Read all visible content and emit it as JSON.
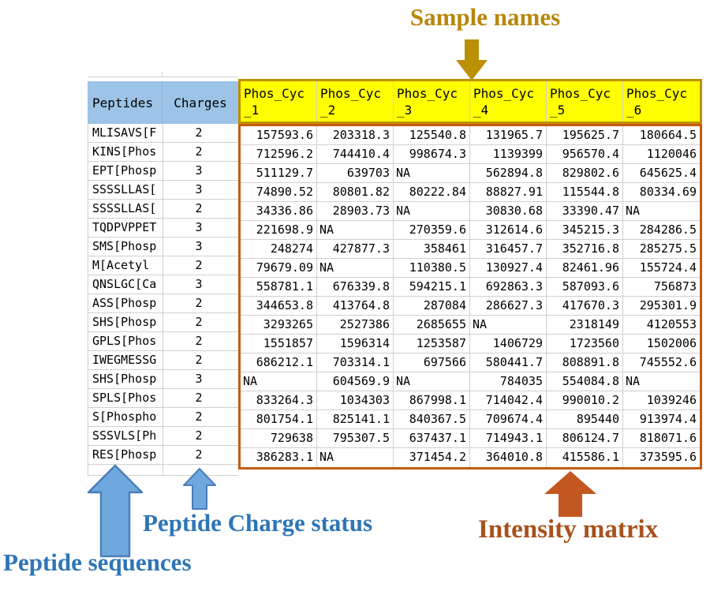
{
  "annotations": {
    "sample_names": "Sample names",
    "peptide_sequences": "Peptide sequences",
    "peptide_charge_status": "Peptide Charge status",
    "intensity_matrix": "Intensity matrix"
  },
  "colors": {
    "left_header_fill": "#9DC3E6",
    "sample_header_fill": "#FFFF00",
    "sample_header_border": "#BF9000",
    "intensity_border": "#C55A11",
    "gold_text": "#B8860B",
    "blue_text": "#2E75B6",
    "blue_arrow_fill": "#6FA8DC",
    "blue_arrow_stroke": "#4A7EBB",
    "orange_text": "#A9511C",
    "orange_arrow": "#C2571F"
  },
  "table": {
    "peptides_header": "Peptides",
    "charges_header": "Charges",
    "na_text": "NA",
    "sample_columns": [
      {
        "name": "Phos_Cyc_1",
        "line1": "Phos_Cyc",
        "line2": "_1"
      },
      {
        "name": "Phos_Cyc_2",
        "line1": "Phos_Cyc",
        "line2": "_2"
      },
      {
        "name": "Phos_Cyc_3",
        "line1": "Phos_Cyc",
        "line2": "_3"
      },
      {
        "name": "Phos_Cyc_4",
        "line1": "Phos_Cyc",
        "line2": "_4"
      },
      {
        "name": "Phos_Cyc_5",
        "line1": "Phos_Cyc",
        "line2": "_5"
      },
      {
        "name": "Phos_Cyc_6",
        "line1": "Phos_Cyc",
        "line2": "_6"
      }
    ],
    "rows": [
      {
        "peptide": "MLISAVS[F",
        "charge": "2",
        "values": [
          "157593.6",
          "203318.3",
          "125540.8",
          "131965.7",
          "195625.7",
          "180664.5"
        ]
      },
      {
        "peptide": "KINS[Phos",
        "charge": "2",
        "values": [
          "712596.2",
          "744410.4",
          "998674.3",
          "1139399",
          "956570.4",
          "1120046"
        ]
      },
      {
        "peptide": "EPT[Phosp",
        "charge": "3",
        "values": [
          "511129.7",
          "639703",
          "NA",
          "562894.8",
          "829802.6",
          "645625.4"
        ]
      },
      {
        "peptide": "SSSSLLAS[",
        "charge": "3",
        "values": [
          "74890.52",
          "80801.82",
          "80222.84",
          "88827.91",
          "115544.8",
          "80334.69"
        ]
      },
      {
        "peptide": "SSSSLLAS[",
        "charge": "2",
        "values": [
          "34336.86",
          "28903.73",
          "NA",
          "30830.68",
          "33390.47",
          "NA"
        ]
      },
      {
        "peptide": "TQDPVPPET",
        "charge": "3",
        "values": [
          "221698.9",
          "NA",
          "270359.6",
          "312614.6",
          "345215.3",
          "284286.5"
        ]
      },
      {
        "peptide": "SMS[Phosp",
        "charge": "3",
        "values": [
          "248274",
          "427877.3",
          "358461",
          "316457.7",
          "352716.8",
          "285275.5"
        ]
      },
      {
        "peptide": "M[Acetyl",
        "charge": "2",
        "values": [
          "79679.09",
          "NA",
          "110380.5",
          "130927.4",
          "82461.96",
          "155724.4"
        ]
      },
      {
        "peptide": "QNSLGC[Ca",
        "charge": "3",
        "values": [
          "558781.1",
          "676339.8",
          "594215.1",
          "692863.3",
          "587093.6",
          "756873"
        ]
      },
      {
        "peptide": "ASS[Phosp",
        "charge": "2",
        "values": [
          "344653.8",
          "413764.8",
          "287084",
          "286627.3",
          "417670.3",
          "295301.9"
        ]
      },
      {
        "peptide": "SHS[Phosp",
        "charge": "2",
        "values": [
          "3293265",
          "2527386",
          "2685655",
          "NA",
          "2318149",
          "4120553"
        ]
      },
      {
        "peptide": "GPLS[Phos",
        "charge": "2",
        "values": [
          "1551857",
          "1596314",
          "1253587",
          "1406729",
          "1723560",
          "1502006"
        ]
      },
      {
        "peptide": "IWEGMESSG",
        "charge": "2",
        "values": [
          "686212.1",
          "703314.1",
          "697566",
          "580441.7",
          "808891.8",
          "745552.6"
        ]
      },
      {
        "peptide": "SHS[Phosp",
        "charge": "3",
        "values": [
          "NA",
          "604569.9",
          "NA",
          "784035",
          "554084.8",
          "NA"
        ]
      },
      {
        "peptide": "SPLS[Phos",
        "charge": "2",
        "values": [
          "833264.3",
          "1034303",
          "867998.1",
          "714042.4",
          "990010.2",
          "1039246"
        ]
      },
      {
        "peptide": "S[Phospho",
        "charge": "2",
        "values": [
          "801754.1",
          "825141.1",
          "840367.5",
          "709674.4",
          "895440",
          "913974.4"
        ]
      },
      {
        "peptide": "SSSVLS[Ph",
        "charge": "2",
        "values": [
          "729638",
          "795307.5",
          "637437.1",
          "714943.1",
          "806124.7",
          "818071.6"
        ]
      },
      {
        "peptide": "RES[Phosp",
        "charge": "2",
        "values": [
          "386283.1",
          "NA",
          "371454.2",
          "364010.8",
          "415586.1",
          "373595.6"
        ]
      }
    ]
  }
}
